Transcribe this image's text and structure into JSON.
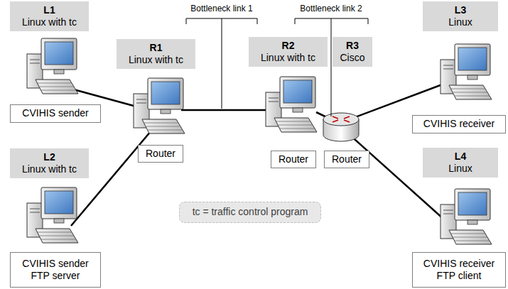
{
  "diagram": {
    "nodes": [
      {
        "text": [
          "L1",
          "Linux with tc"
        ]
      },
      {
        "text": [
          "CVIHIS sender"
        ]
      },
      {
        "text": [
          "L2",
          "Linux with tc"
        ]
      },
      {
        "text": [
          "CVIHIS sender FTP server"
        ]
      },
      {
        "text": [
          "R1",
          "Linux with tc"
        ]
      },
      {
        "text": [
          "Router"
        ]
      },
      {
        "text": [
          "R2",
          "Linux with tc"
        ]
      },
      {
        "text": [
          "Router"
        ]
      },
      {
        "text": [
          "R3",
          "Cisco"
        ]
      },
      {
        "text": [
          "Router"
        ]
      },
      {
        "text": [
          "L3",
          "Linux"
        ]
      },
      {
        "text": [
          "CVIHIS receiver"
        ]
      },
      {
        "text": [
          "L4",
          "Linux"
        ]
      },
      {
        "text": [
          "CVIHIS receiver FTP client"
        ]
      },
      {
        "text": [
          "tc = traffic control program"
        ]
      }
    ],
    "labels": [
      "Bottleneck link 1",
      "Bottleneck link 2"
    ]
  }
}
